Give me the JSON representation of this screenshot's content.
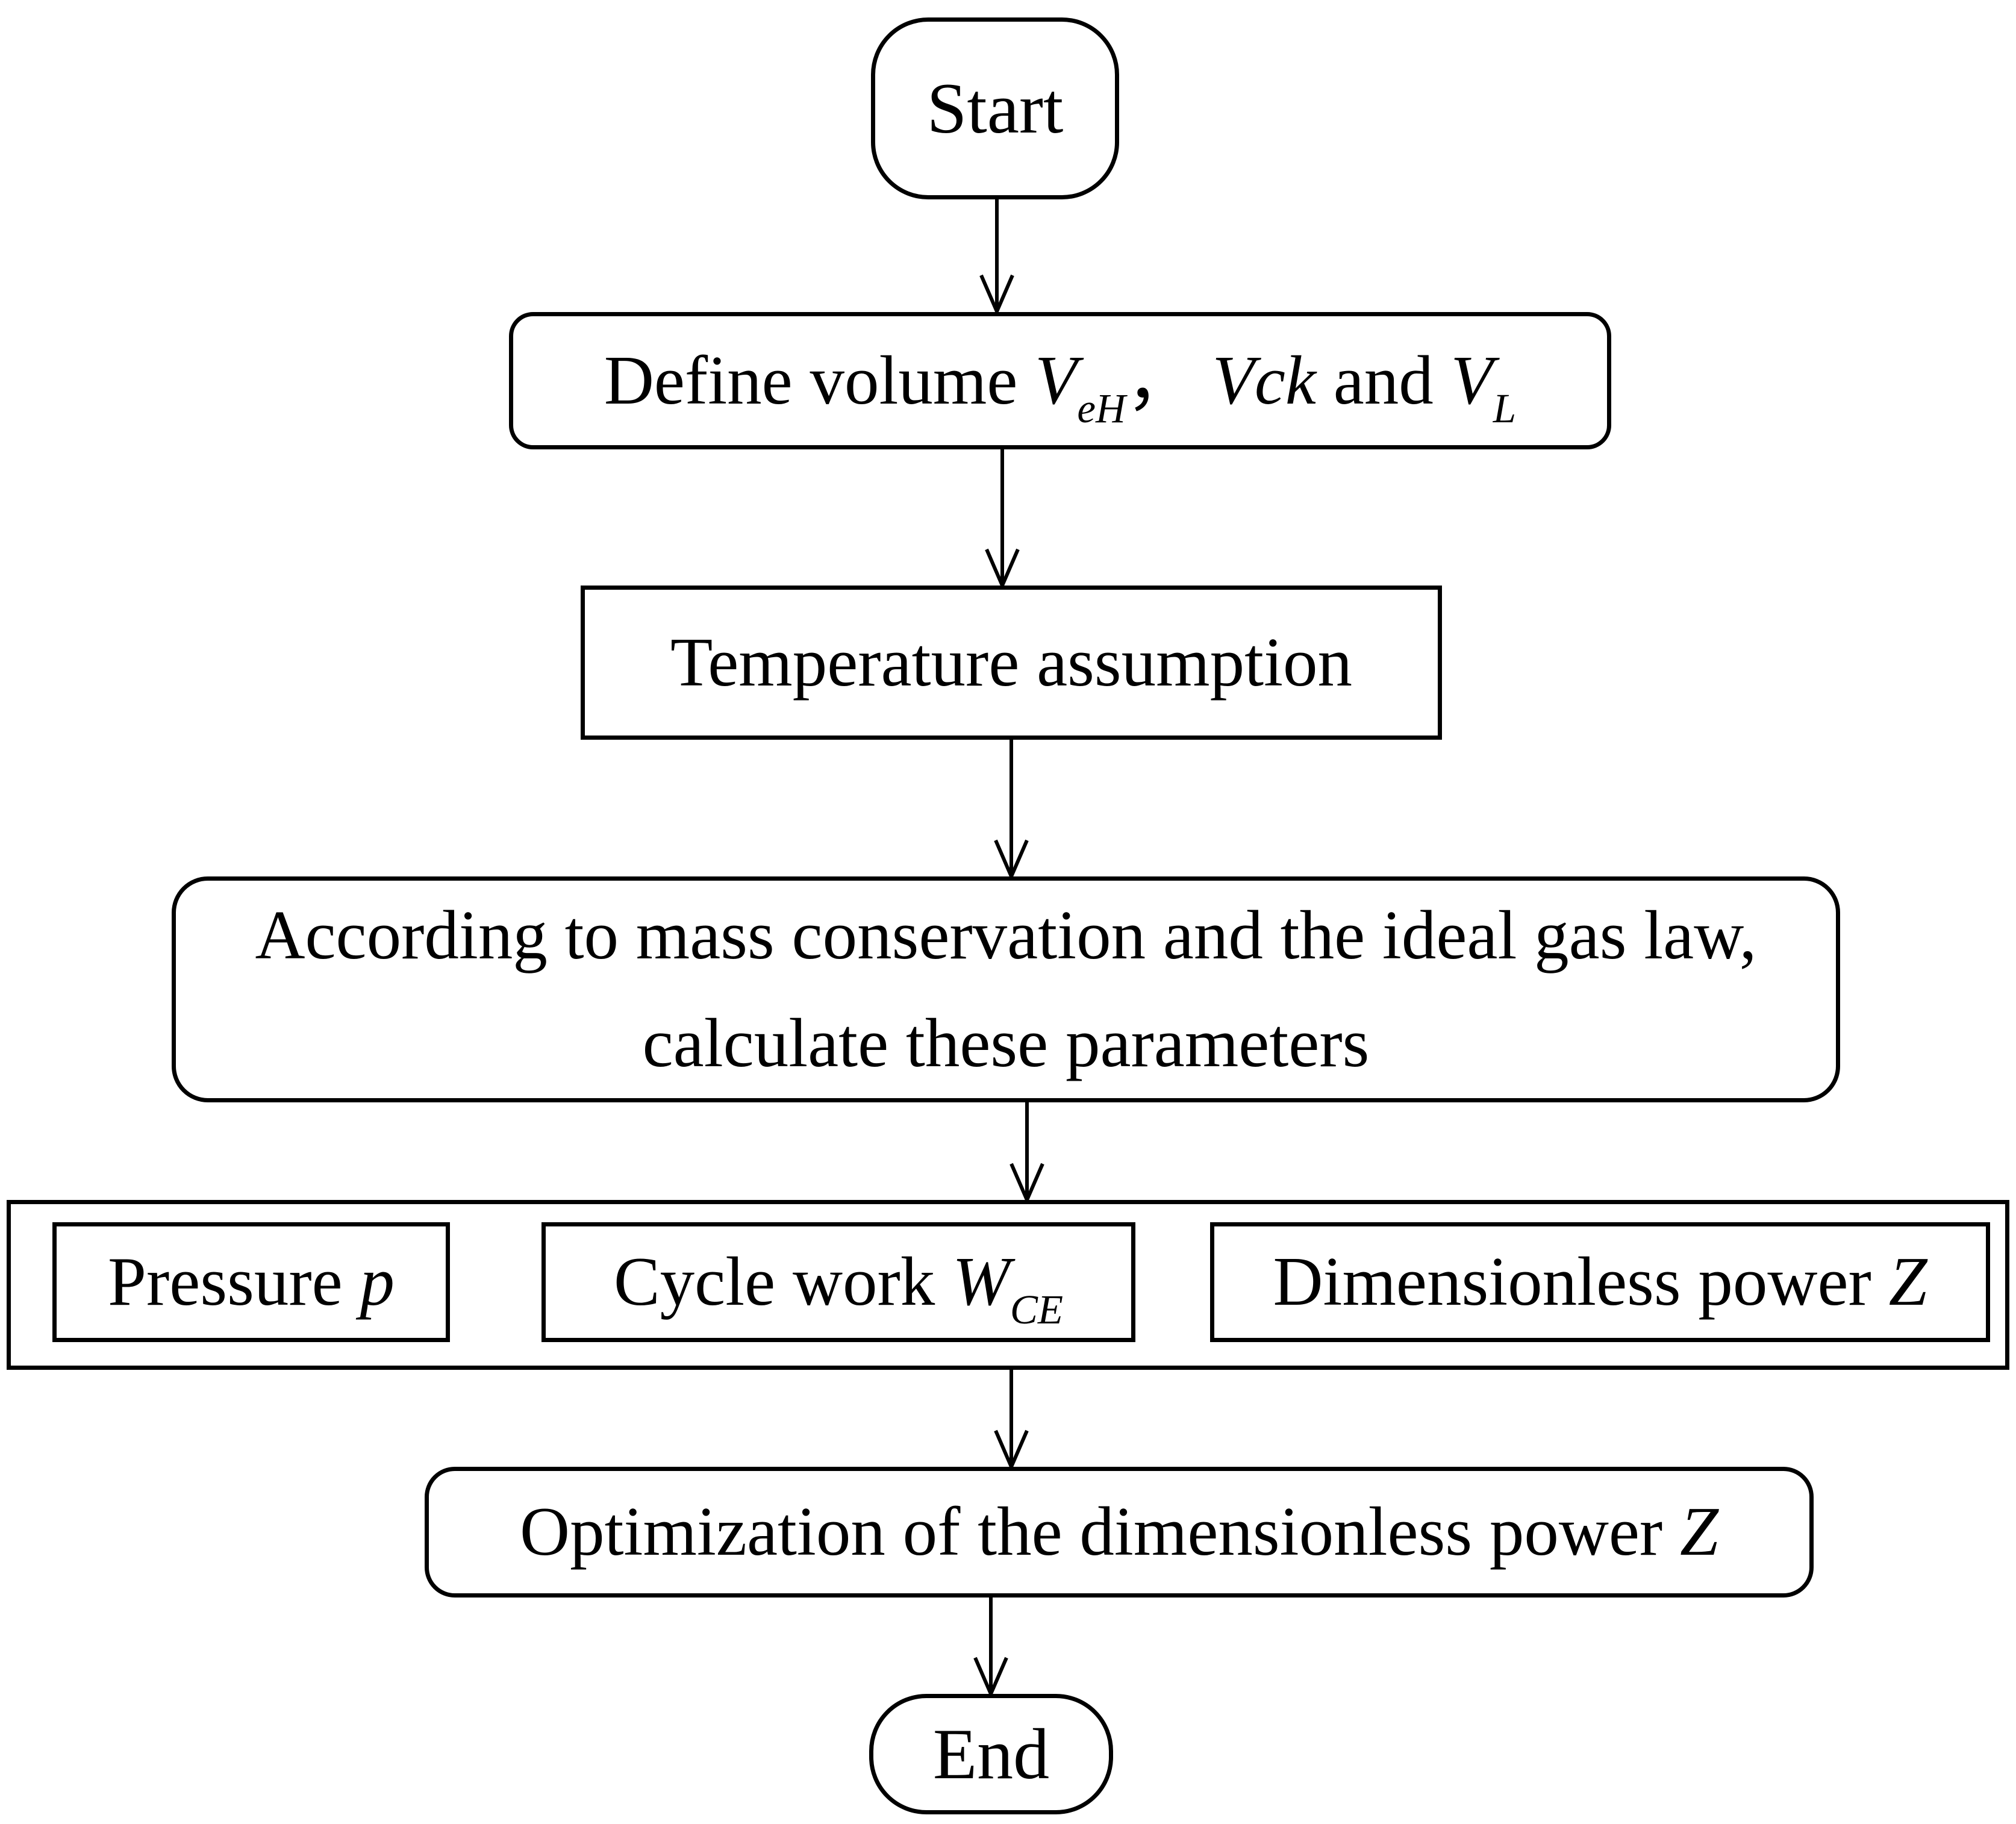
{
  "colors": {
    "ink": "#000000",
    "background": "#ffffff"
  },
  "nodes": {
    "start": {
      "label": "Start"
    },
    "define_volume": {
      "prefix": "Define volume ",
      "v1": "V",
      "v1_sub": "eH",
      "comma": "， ",
      "v2": "Vck",
      "and": " and ",
      "v3": "V",
      "v3_sub": "L"
    },
    "temperature": {
      "label": "Temperature assumption"
    },
    "mass_conservation": {
      "line1": "According to mass conservation and the ideal gas law,",
      "line2": "calculate these parameters"
    },
    "pressure": {
      "prefix": "Pressure ",
      "var": "p"
    },
    "cycle_work": {
      "prefix": "Cycle work ",
      "var": "W",
      "var_sub": "CE"
    },
    "dimensionless_power": {
      "prefix": "Dimensionless power ",
      "var": "Z"
    },
    "optimization": {
      "prefix": "Optimization of the dimensionless power ",
      "var": "Z"
    },
    "end": {
      "label": "End"
    }
  }
}
